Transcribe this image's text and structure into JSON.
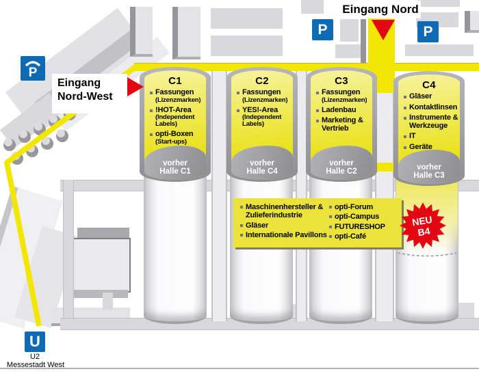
{
  "map": {
    "entrance_nord": "Eingang Nord",
    "entrance_nordwest_line1": "Eingang",
    "entrance_nordwest_line2": "Nord-West",
    "parking": "P",
    "subway_letter": "U",
    "subway_line": "U2",
    "subway_station": "Messestadt West",
    "badge_line1": "NEU",
    "badge_line2": "B4"
  },
  "halls": [
    {
      "id": "C1",
      "items": [
        {
          "label": "Fassungen",
          "sub": "(Lizenzmarken)"
        },
        {
          "label": "!HOT-Area",
          "sub": "(Independent Labels)"
        },
        {
          "label": "opti-Boxen",
          "sub": "(Start-ups)"
        }
      ],
      "former_line1": "vorher",
      "former_line2": "Halle C1"
    },
    {
      "id": "C2",
      "items": [
        {
          "label": "Fassungen",
          "sub": "(Lizenzmarken)"
        },
        {
          "label": "YES!-Area",
          "sub": "(Independent Labels)"
        }
      ],
      "former_line1": "vorher",
      "former_line2": "Halle C4"
    },
    {
      "id": "C3",
      "items": [
        {
          "label": "Fassungen",
          "sub": "(Lizenzmarken)"
        },
        {
          "label": "Ladenbau",
          "sub": ""
        },
        {
          "label": "Marketing & Vertrieb",
          "sub": ""
        }
      ],
      "former_line1": "vorher",
      "former_line2": "Halle C2"
    },
    {
      "id": "C4",
      "items": [
        {
          "label": "Gläser",
          "sub": ""
        },
        {
          "label": "Kontaktlinsen",
          "sub": ""
        },
        {
          "label": "Instrumente & Werkzeuge",
          "sub": ""
        },
        {
          "label": "IT",
          "sub": ""
        },
        {
          "label": "Geräte",
          "sub": ""
        }
      ],
      "former_line1": "vorher",
      "former_line2": "Halle C3"
    }
  ],
  "info_box": {
    "left_items": [
      "Maschinenhersteller & Zulieferindustrie",
      "Gläser",
      "Internationale Pavillons"
    ],
    "right_items": [
      "opti-Forum",
      "opti-Campus",
      "FUTURESHOP",
      "opti-Café"
    ]
  },
  "colors": {
    "road_yellow": "#f2e603",
    "accent_red": "#e30613",
    "accent_blue": "#0e6ab3",
    "info_yellow": "#ebe339"
  }
}
